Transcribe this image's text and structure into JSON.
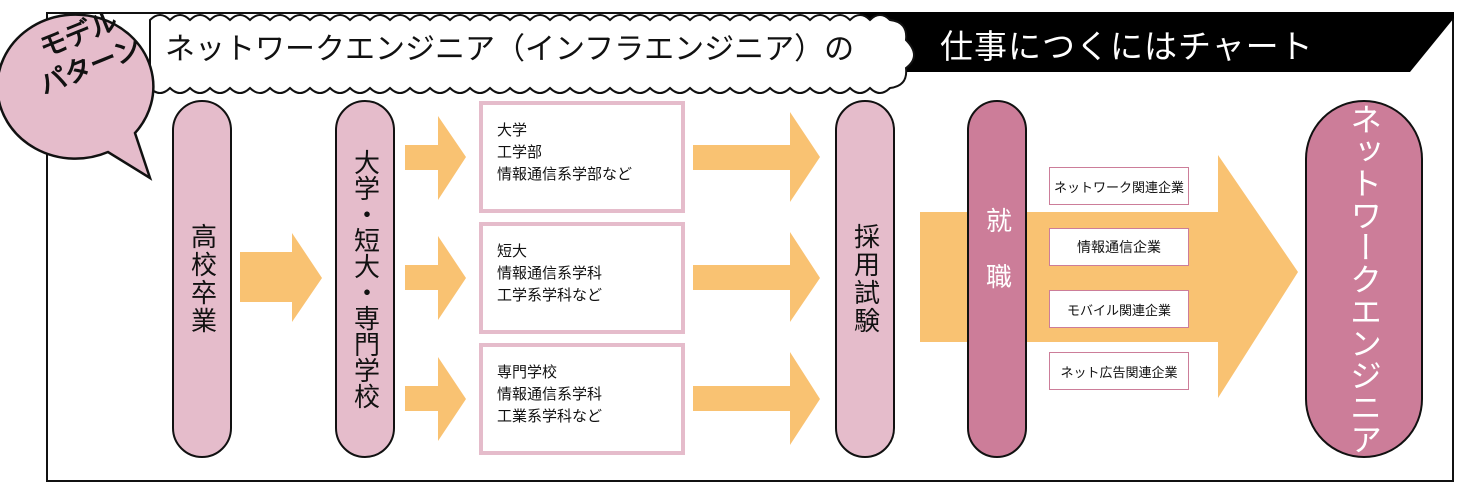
{
  "colors": {
    "pill_light": "#e5bccb",
    "pill_dark": "#cc7d99",
    "arrow": "#f9c272",
    "box_border": "#e5bccb",
    "company_border": "#cc7d99",
    "banner": "#000000"
  },
  "badge": {
    "line1": "モデル",
    "line2": "パターン"
  },
  "title": {
    "main": "ネットワークエンジニア（インフラエンジニア）の",
    "sub": "仕事につくにはチャート"
  },
  "stages": {
    "high_school": "高校卒業",
    "schools": "大学・短大・専門学校",
    "exam": "採用試験",
    "employment": "就　職",
    "goal": "ネットワークエンジニア"
  },
  "school_boxes": [
    {
      "lines": [
        "大学",
        "工学部",
        "情報通信系学部など"
      ]
    },
    {
      "lines": [
        "短大",
        "情報通信系学科",
        "工学系学科など"
      ]
    },
    {
      "lines": [
        "専門学校",
        "情報通信系学科",
        "工業系学科など"
      ]
    }
  ],
  "companies": [
    "ネットワーク関連企業",
    "情報通信企業",
    "モバイル関連企業",
    "ネット広告関連企業"
  ]
}
